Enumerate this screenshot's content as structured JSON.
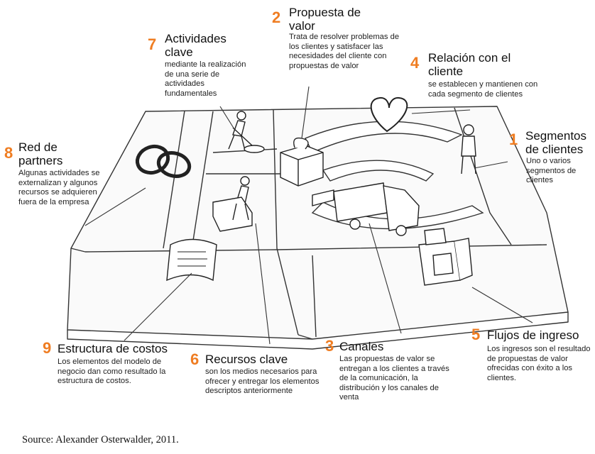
{
  "blocks": [
    {
      "id": "segmentos",
      "number": "1",
      "title": "Segmentos de clientes",
      "desc": "Uno o varios segmentos de clientes"
    },
    {
      "id": "propuesta",
      "number": "2",
      "title": "Propuesta de valor",
      "desc": "Trata de resolver problemas de los clientes y satisfacer las necesidades del cliente con propuestas de valor"
    },
    {
      "id": "canales",
      "number": "3",
      "title": "Canales",
      "desc": "Las propuestas de valor se entregan a los clientes a través de la comunicación, la distribución y los canales de venta"
    },
    {
      "id": "relacion",
      "number": "4",
      "title": "Relación con el cliente",
      "desc": "se establecen y mantienen con cada segmento de clientes"
    },
    {
      "id": "flujos",
      "number": "5",
      "title": "Flujos de ingreso",
      "desc": "Los ingresos son el resultado de propuestas de valor ofrecidas con éxito a los clientes."
    },
    {
      "id": "recursos",
      "number": "6",
      "title": "Recursos clave",
      "desc": "son los medios necesarios para ofrecer y entregar los elementos descriptos anteriormente"
    },
    {
      "id": "actividades",
      "number": "7",
      "title": "Actividades clave",
      "desc": "mediante la realización de una serie de actividades fundamentales"
    },
    {
      "id": "partners",
      "number": "8",
      "title": "Red de partners",
      "desc": "Algunas actividades se externalizan y algunos recursos se adquieren fuera de la empresa"
    },
    {
      "id": "costos",
      "number": "9",
      "title": "Estructura de costos",
      "desc": "Los elementos del modelo de negocio dan como resultado la estructura de costos."
    }
  ],
  "source": "Source: Alexander Osterwalder, 2011.",
  "colors": {
    "accent": "#ef7d22",
    "line": "#333333",
    "ink": "#111111"
  }
}
